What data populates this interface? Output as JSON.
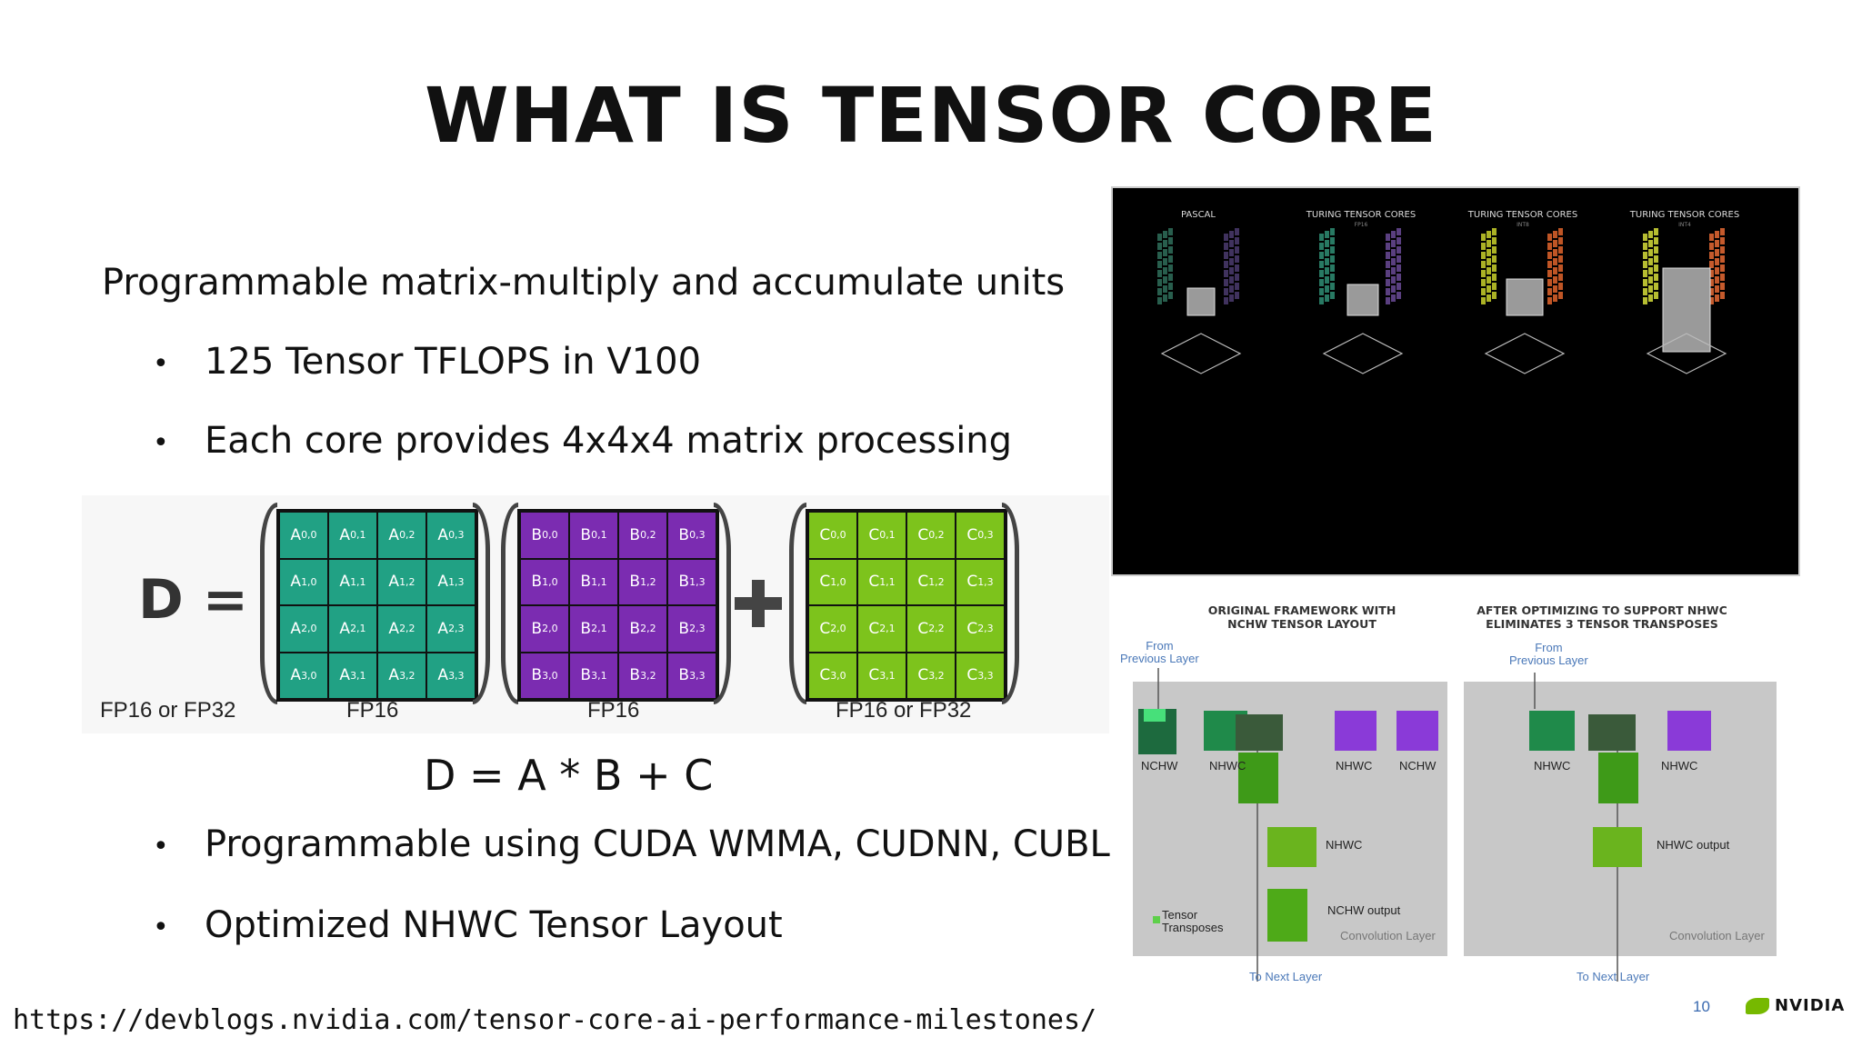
{
  "slide": {
    "title": "WHAT IS TENSOR CORE",
    "lead": "Programmable matrix-multiply and accumulate units",
    "bullets": [
      "125 Tensor TFLOPS in V100",
      "Each core provides 4x4x4 matrix processing",
      "Programmable using CUDA WMMA, CUDNN, CUBLAS",
      "Optimized NHWC Tensor Layout"
    ],
    "bullet_glyph": "•",
    "equation": "D = A * B + C",
    "url": "https://devblogs.nvidia.com/tensor-core-ai-performance-milestones/",
    "page_number": "10",
    "logo_text": "NVIDIA"
  },
  "matrix_figure": {
    "d_label": "D =",
    "labels": {
      "d": "FP16 or FP32",
      "a": "FP16",
      "b": "FP16",
      "c": "FP16 or FP32"
    },
    "a_cells": [
      "A0,0",
      "A0,1",
      "A0,2",
      "A0,3",
      "A1,0",
      "A1,1",
      "A1,2",
      "A1,3",
      "A2,0",
      "A2,1",
      "A2,2",
      "A2,3",
      "A3,0",
      "A3,1",
      "A3,2",
      "A3,3"
    ],
    "b_cells": [
      "B0,0",
      "B0,1",
      "B0,2",
      "B0,3",
      "B1,0",
      "B1,1",
      "B1,2",
      "B1,3",
      "B2,0",
      "B2,1",
      "B2,2",
      "B2,3",
      "B3,0",
      "B3,1",
      "B3,2",
      "B3,3"
    ],
    "c_cells": [
      "C0,0",
      "C0,1",
      "C0,2",
      "C0,3",
      "C1,0",
      "C1,1",
      "C1,2",
      "C1,3",
      "C2,0",
      "C2,1",
      "C2,2",
      "C2,3",
      "C3,0",
      "C3,1",
      "C3,2",
      "C3,3"
    ],
    "colors": {
      "a": "#21a184",
      "b": "#7b2cb1",
      "c": "#7dc31c"
    }
  },
  "generations": [
    {
      "title": "PASCAL",
      "sub": ""
    },
    {
      "title": "TURING TENSOR CORES",
      "sub": "FP16"
    },
    {
      "title": "TURING TENSOR CORES",
      "sub": "INT8"
    },
    {
      "title": "TURING TENSOR CORES",
      "sub": "INT4"
    }
  ],
  "layout_figure": {
    "left": {
      "header": "ORIGINAL FRAMEWORK WITH\nNCHW TENSOR LAYOUT",
      "from": "From\nPrevious Layer",
      "labels": [
        "NCHW",
        "NHWC",
        "NHWC",
        "NCHW",
        "NHWC",
        "NCHW output"
      ],
      "legend": "Tensor\nTransposes",
      "footer": "Convolution Layer",
      "to": "To Next Layer"
    },
    "right": {
      "header": "AFTER OPTIMIZING TO SUPPORT NHWC\nELIMINATES 3 TENSOR TRANSPOSES",
      "from": "From\nPrevious Layer",
      "labels": [
        "NHWC",
        "NHWC",
        "NHWC output"
      ],
      "footer": "Convolution Layer",
      "to": "To Next Layer"
    }
  }
}
